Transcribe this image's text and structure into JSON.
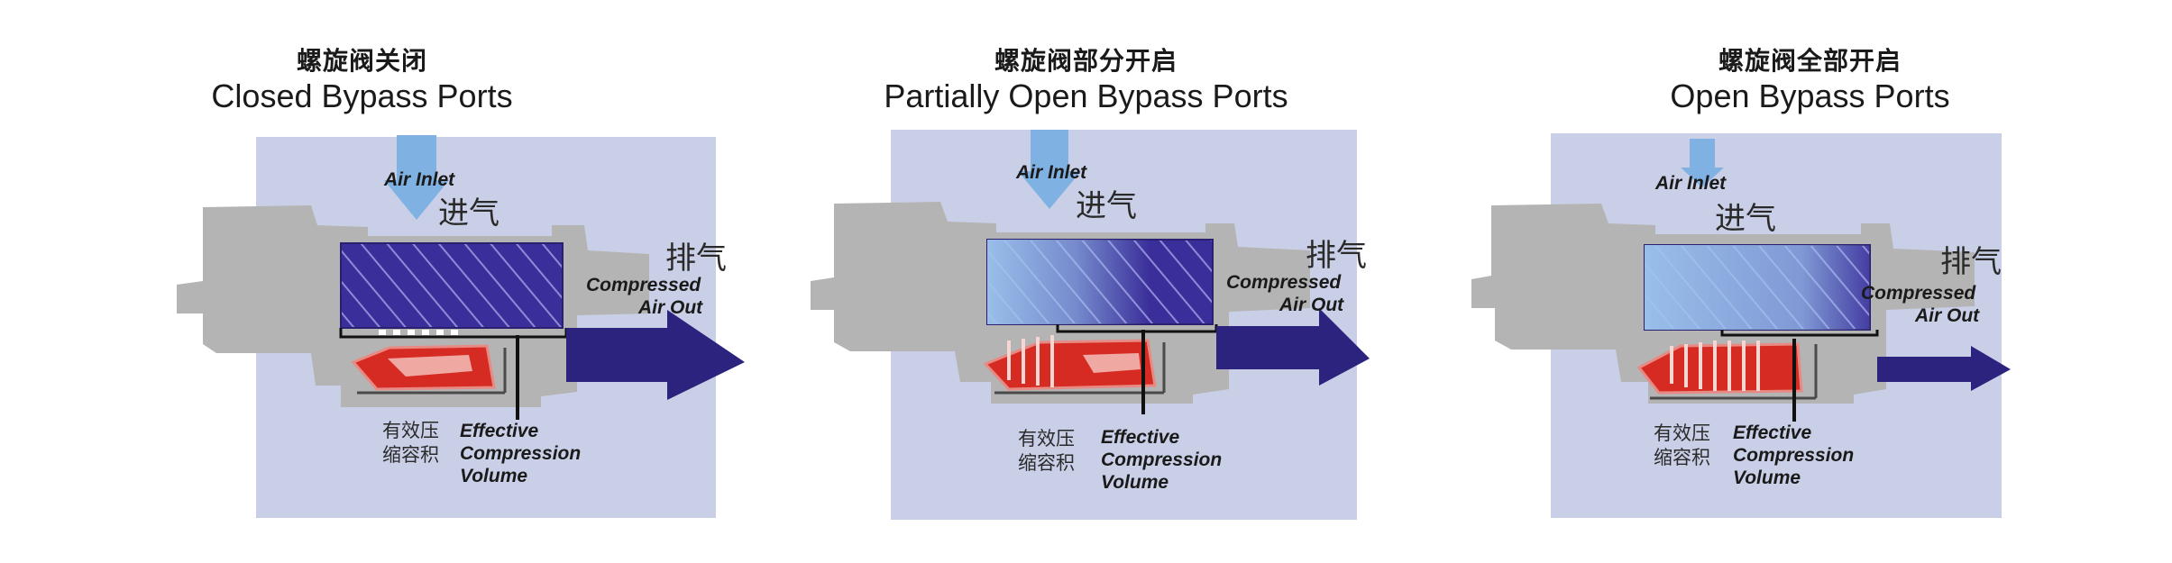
{
  "panels": [
    {
      "title_cn": "螺旋阀关闭",
      "title_en": "Closed Bypass Ports",
      "air_inlet": "Air Inlet",
      "inlet_cn": "进气",
      "outlet_cn": "排气",
      "outlet_en_1": "Compressed",
      "outlet_en_2": "Air Out",
      "volume_cn_1": "有效压",
      "volume_cn_2": "缩容积",
      "volume_en_1": "Effective",
      "volume_en_2": "Compression",
      "volume_en_3": "Volume"
    },
    {
      "title_cn": "螺旋阀部分开启",
      "title_en": "Partially Open Bypass Ports",
      "air_inlet": "Air Inlet",
      "inlet_cn": "进气",
      "outlet_cn": "排气",
      "outlet_en_1": "Compressed",
      "outlet_en_2": "Air Out",
      "volume_cn_1": "有效压",
      "volume_cn_2": "缩容积",
      "volume_en_1": "Effective",
      "volume_en_2": "Compression",
      "volume_en_3": "Volume"
    },
    {
      "title_cn": "螺旋阀全部开启",
      "title_en": "Open Bypass Ports",
      "air_inlet": "Air Inlet",
      "inlet_cn": "进气",
      "outlet_cn": "排气",
      "outlet_en_1": "Compressed",
      "outlet_en_2": "Air Out",
      "volume_cn_1": "有效压",
      "volume_cn_2": "缩容积",
      "volume_en_1": "Effective",
      "volume_en_2": "Compression",
      "volume_en_3": "Volume"
    }
  ],
  "colors": {
    "background_box": "#c9cfe6",
    "housing": "#b4b4b4",
    "rotor": "#3a2f9a",
    "rotor_hatch": "#8f8ad8",
    "compression": "#d62b22",
    "outlet_arrow": "#2b237e",
    "inlet_arrow": "#7fb2e2"
  }
}
